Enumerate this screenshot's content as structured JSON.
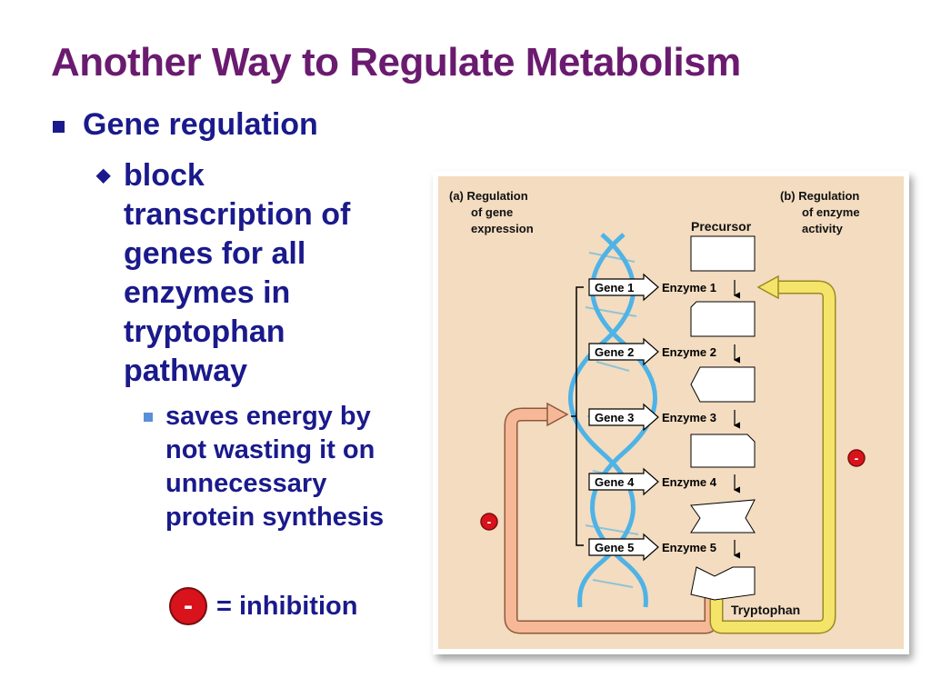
{
  "slide": {
    "title": "Another Way to Regulate Metabolism",
    "bullet1": "Gene regulation",
    "bullet2": "block transcription of genes for all enzymes in tryptophan pathway",
    "bullet3": "saves energy by not wasting it on unnecessary protein synthesis",
    "legend": {
      "symbol": "-",
      "text": "= inhibition"
    }
  },
  "figure": {
    "label_a": [
      "(a) Regulation",
      "of gene",
      "expression"
    ],
    "label_b": [
      "(b) Regulation",
      "of enzyme",
      "activity"
    ],
    "precursor": "Precursor",
    "product": "Tryptophan",
    "genes": [
      "Gene 1",
      "Gene 2",
      "Gene 3",
      "Gene 4",
      "Gene 5"
    ],
    "enzymes": [
      "Enzyme 1",
      "Enzyme 2",
      "Enzyme 3",
      "Enzyme 4",
      "Enzyme 5"
    ],
    "inhibit_symbol": "-"
  },
  "colors": {
    "title": "#6a1b6f",
    "text": "#1a1a8c",
    "figure_bg": "#f3dcc0",
    "feedback_a": "#f7b898",
    "feedback_b": "#f5e46a",
    "dna": "#4fb3e6",
    "inhibit": "#d8131b"
  }
}
